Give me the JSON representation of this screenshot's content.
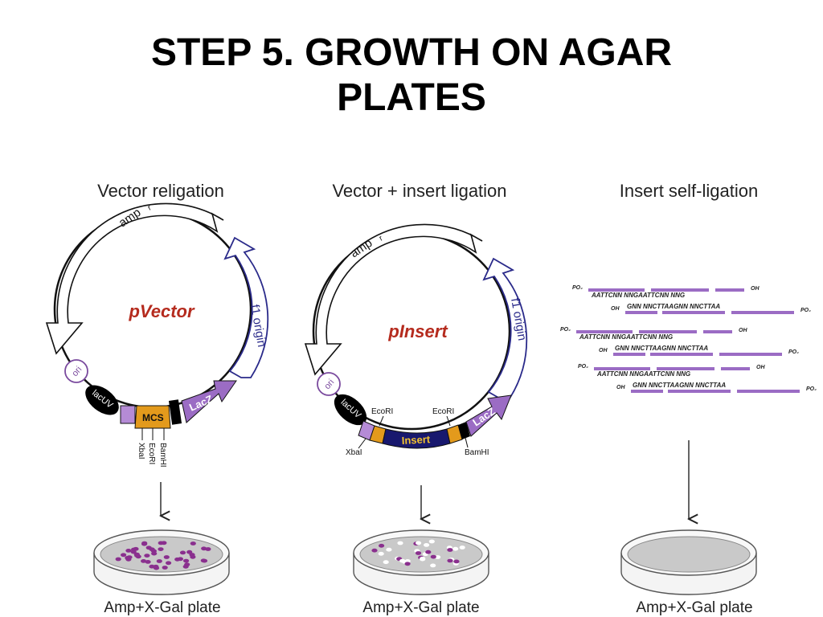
{
  "title": {
    "line1": "STEP 5. GROWTH ON AGAR",
    "line2": "PLATES"
  },
  "colors": {
    "purple": "#9b6cc4",
    "purple_dark": "#7a4a9e",
    "orange": "#e39a1c",
    "navy": "#18186e",
    "colony_purple": "#8a2f8e",
    "plate_gray": "#c9c9c9",
    "text_red": "#b52b1e"
  },
  "panels": [
    {
      "heading": "Vector religation",
      "plasmid_name": "pVector",
      "amp_label": "amp",
      "amp_sup": "r",
      "f1_label": "f1 origin",
      "ori_label": "ori",
      "lacuv_label": "lacUV",
      "mcs_label": "MCS",
      "lacz_label": "LacZ",
      "site_1": "XbaI",
      "site_2": "EcoRI",
      "site_3": "BamHI",
      "plate_label": "Amp+X-Gal plate"
    },
    {
      "heading": "Vector + insert ligation",
      "plasmid_name": "pInsert",
      "amp_label": "amp",
      "amp_sup": "r",
      "f1_label": "f1 origin",
      "ori_label": "ori",
      "lacuv_label": "lacUV",
      "insert_label": "Insert",
      "lacz_label": "LacZ",
      "site_xba": "XbaI",
      "site_eco_left": "EcoRI",
      "site_eco_right": "EcoRI",
      "site_bam": "BamHI",
      "plate_label": "Amp+X-Gal plate"
    },
    {
      "heading": "Insert self-ligation",
      "po4": "PO₄",
      "oh": "OH",
      "strand_top": "AATTCNN  NNGAATTCNN  NNG",
      "strand_bottom": "GNN  NNCTTAAGNN  NNCTTAA",
      "plate_label": "Amp+X-Gal plate"
    }
  ]
}
